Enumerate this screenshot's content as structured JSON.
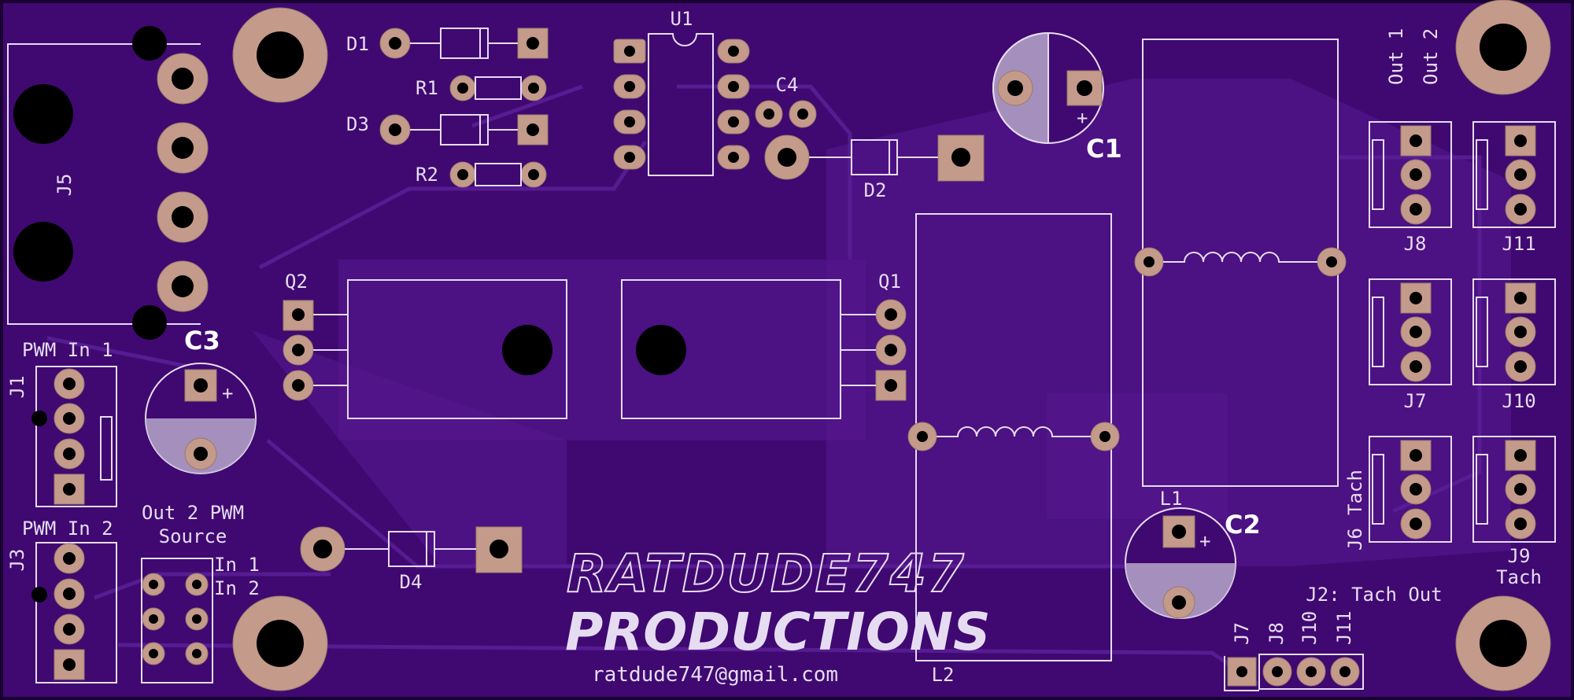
{
  "board": {
    "colors": {
      "board": "#3f0971",
      "copper_fill": "#57188f",
      "silkscreen": "#e6dcf2",
      "pad": "#c49a8a",
      "hole": "#000000"
    }
  },
  "components": {
    "D1": "D1",
    "D2": "D2",
    "D3": "D3",
    "D4": "D4",
    "R1": "R1",
    "R2": "R2",
    "U1": "U1",
    "C1": "C1",
    "C2": "C2",
    "C3": "C3",
    "C4": "C4",
    "Q1": "Q1",
    "Q2": "Q2",
    "L1": "L1",
    "L2": "L2",
    "J1": "J1",
    "J3": "J3",
    "J5": "J5",
    "J6": "J6",
    "J7": "J7",
    "J8": "J8",
    "J9": "J9",
    "J10": "J10",
    "J11": "J11",
    "J2_pins": [
      "J7",
      "J8",
      "J10",
      "J11"
    ]
  },
  "labels": {
    "pwm_in_1": "PWM In 1",
    "pwm_in_2": "PWM In 2",
    "out2_pwm_source_1": "Out 2 PWM",
    "out2_pwm_source_2": "Source",
    "in_1": "In 1",
    "in_2": "In 2",
    "out_1": "Out 1",
    "out_2": "Out 2",
    "tach": "Tach",
    "j9_tach": "Tach",
    "j2_tach_out": "J2: Tach Out",
    "plus": "+"
  },
  "branding": {
    "line1": "RATDUDE747",
    "line2": "PRODUCTIONS",
    "email": "ratdude747@gmail.com"
  }
}
